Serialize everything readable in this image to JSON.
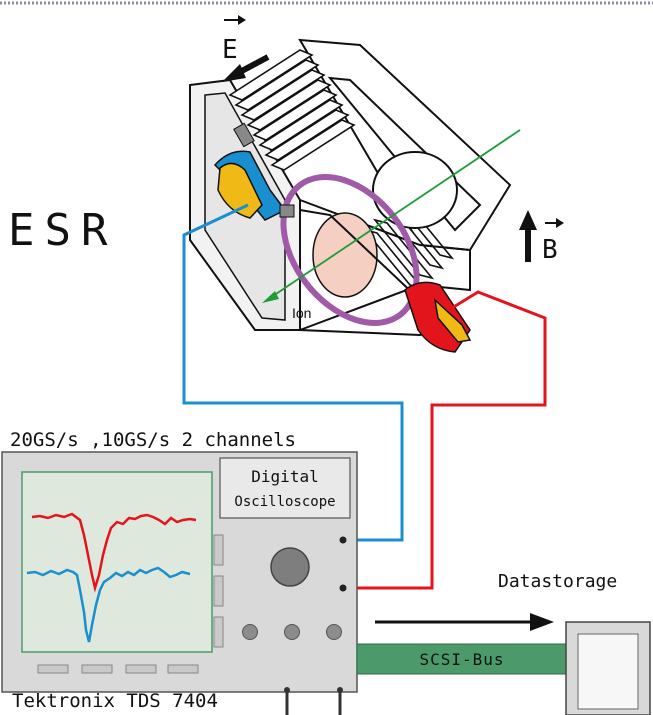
{
  "ring_label": "ESR",
  "field_e": "E",
  "field_b": "B",
  "ion_label": "Ion",
  "scope_spec": "20GS/s ,10GS/s 2 channels",
  "scope_title_line1": "Digital",
  "scope_title_line2": "Oscilloscope",
  "scope_model": "Tektronix TDS 7404",
  "storage_label": "Datastorage",
  "bus_label": "SCSI-Bus",
  "colors": {
    "channel1": "#e3141c",
    "channel2": "#1a8fd0",
    "screen_bg": "#dfe8dc",
    "panel": "#d9d9d9",
    "bus": "#4c9a6a"
  }
}
